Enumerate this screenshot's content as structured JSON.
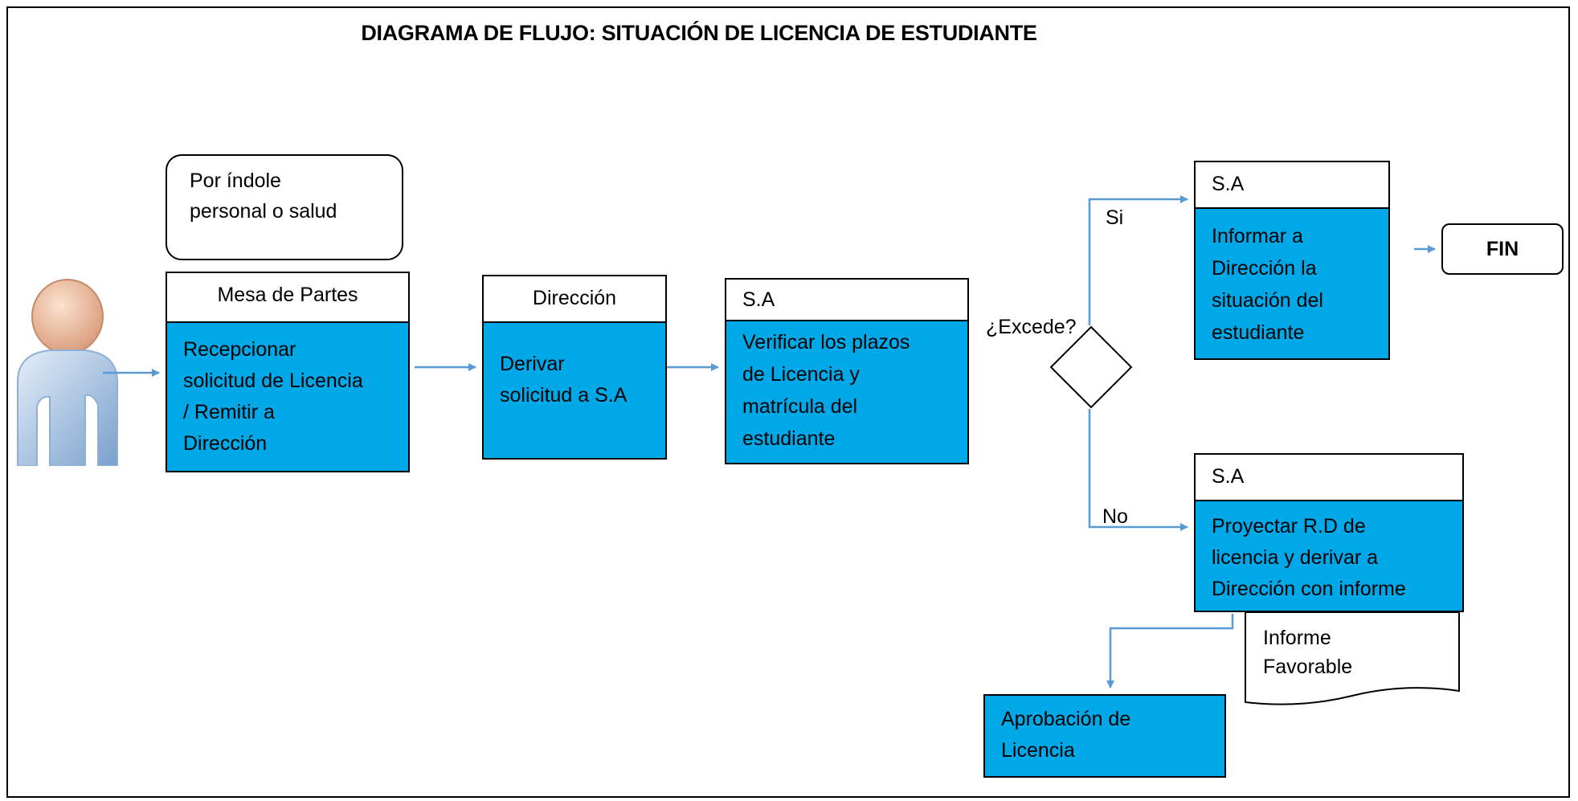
{
  "title": "DIAGRAMA DE FLUJO: SITUACIÓN DE LICENCIA DE ESTUDIANTE",
  "note": {
    "line1": "Por índole",
    "line2": "personal o salud"
  },
  "boxes": {
    "mesa": {
      "header": "Mesa de Partes",
      "lines": [
        "Recepcionar",
        "solicitud de Licencia",
        "/ Remitir a",
        "Dirección"
      ]
    },
    "direccion": {
      "header": "Dirección",
      "lines": [
        "Derivar",
        "solicitud a S.A"
      ]
    },
    "sa_verificar": {
      "header": "S.A",
      "lines": [
        "Verificar los plazos",
        "de Licencia y",
        "matrícula del",
        "estudiante"
      ]
    },
    "sa_informar": {
      "header": "S.A",
      "lines": [
        "Informar a",
        "Dirección la",
        "situación del",
        "estudiante"
      ]
    },
    "sa_proyectar": {
      "header": "S.A",
      "lines": [
        "Proyectar R.D de",
        "licencia y derivar a",
        "Dirección con informe"
      ]
    },
    "aprobacion": {
      "lines": [
        "Aprobación de",
        "Licencia"
      ]
    }
  },
  "decision": {
    "question": "¿Excede?",
    "yes": "Si",
    "no": "No"
  },
  "end": "FIN",
  "document": {
    "lines": [
      "Informe",
      "Favorable"
    ]
  },
  "colors": {
    "process_fill": "#00a8e8",
    "arrow": "#5b9bd5"
  }
}
